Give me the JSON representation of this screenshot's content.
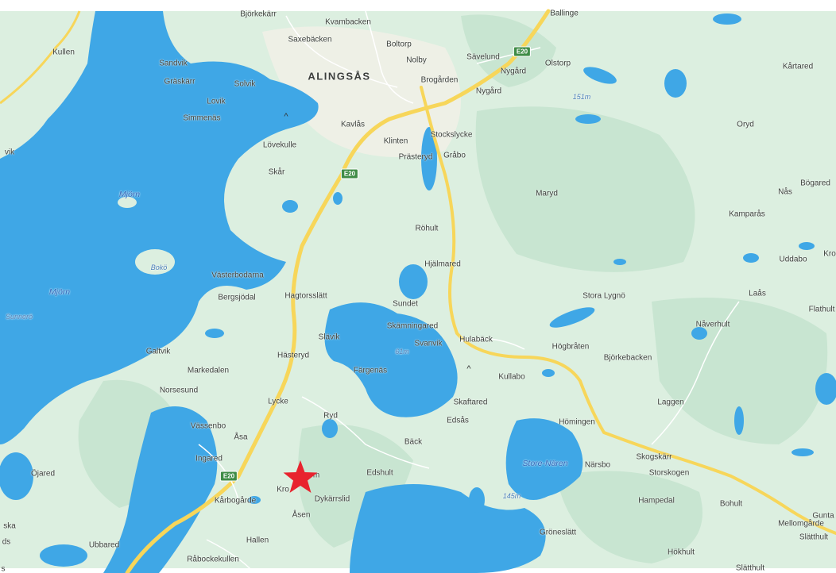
{
  "map": {
    "labels": {
      "bjorkekarr": "Björkekärr",
      "kvambacken": "Kvambacken",
      "ballinge": "Ballinge",
      "kullen": "Kullen",
      "saxebacken": "Saxebäcken",
      "boltorp": "Boltorp",
      "nolby": "Nolby",
      "savelund": "Sävelund",
      "olstorp": "Olstorp",
      "kartared": "Kårtared",
      "sandvik": "Sandvik",
      "graskarr": "Gräskärr",
      "solvik": "Solvik",
      "alingsas": "ALINGSÅS",
      "brogarden": "Brogården",
      "nygard1": "Nygård",
      "nygard2": "Nygård",
      "lovik": "Lovik",
      "simmenas": "Simmenäs",
      "kavlas": "Kavlås",
      "stockslycke": "Stockslycke",
      "oryd": "Oryd",
      "vik": "vik",
      "lovekulle": "Lövekulle",
      "klinten": "Klinten",
      "prasteryd": "Prästeryd",
      "grabo": "Gråbo",
      "skar": "Skår",
      "bogared": "Bögared",
      "mjorn1": "Mjörn",
      "maryd": "Maryd",
      "nas": "Nås",
      "kamparas": "Kamparås",
      "rohult": "Röhult",
      "kro_edge": "Kro",
      "boko": "Bokö",
      "uddabo": "Uddabo",
      "vasterbodarna": "Västerbodarna",
      "hjalmared": "Hjälmared",
      "mjorn2": "Mjörn",
      "bergsjodal": "Bergsjödal",
      "hagtorsslatt": "Hagtorsslätt",
      "stora_lygno": "Stora Lygnö",
      "laas": "Laås",
      "sundet": "Sundet",
      "flathult": "Flathult",
      "sunnero": "Sunnerö",
      "skamningared": "Skämningared",
      "navenhult": "Nåverhult",
      "slavik": "Slävik",
      "hulabaeck": "Hulabäck",
      "galtvik": "Galtvik",
      "svanvik": "Svanvik",
      "elev61": "61m",
      "hogbraten": "Högbråten",
      "hasteryd": "Hästeryd",
      "bjorkebacken": "Björkebacken",
      "markedalen": "Markedalen",
      "fargenas": "Färgenäs",
      "kullabo": "Kullabo",
      "norsesund": "Norsesund",
      "lycke": "Lycke",
      "skaftared": "Skaftared",
      "laggen": "Laggen",
      "ryd": "Ryd",
      "vassenbo": "Vässenbo",
      "edsas": "Edsås",
      "homingen": "Hömingen",
      "asa": "Åsa",
      "back": "Bäck",
      "skogskarr": "Skogskärr",
      "ingared": "Ingared",
      "store_naren": "Store-Nären",
      "narsbo": "Närsbo",
      "storskogen": "Storskogen",
      "ojared": "Öjared",
      "edshult": "Edshult",
      "kro": "Kro",
      "kro_m": "m",
      "karbogarde": "Kårbogårde",
      "dykarrslid": "Dykärrslid",
      "elev145": "145m",
      "hampedal": "Hampedal",
      "bohult": "Bohult",
      "gunta": "Gunta",
      "asen": "Åsen",
      "mellomgarde": "Mellomgårde",
      "ska": "ska",
      "groneslatt": "Gröneslätt",
      "slatthult": "Slätthult",
      "hallen": "Hallen",
      "ubbared": "Ubbared",
      "hokhult": "Hökhult",
      "rabockekullen": "Råbockekullen",
      "slatthult2": "Slätthult",
      "elev151": "151m",
      "edge_ds": "ds",
      "edge_s": "s"
    },
    "road_shields": [
      "E20",
      "E20",
      "E20"
    ],
    "peak_glyph": "^",
    "colors": {
      "land": "#dcefe0",
      "forest": "#c6e4cf",
      "water": "#3fa7e6",
      "road_main": "#f7d65a",
      "road_minor": "#ffffff",
      "urban": "#f3eee4",
      "marker": "#e8232e"
    },
    "marker": {
      "icon": "star-marker-icon"
    }
  }
}
